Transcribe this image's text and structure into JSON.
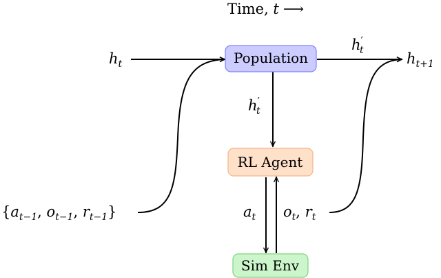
{
  "title": {
    "text": "Time, ",
    "var": "t",
    "arrow": "⟶"
  },
  "nodes": {
    "population": {
      "label": "Population",
      "fill": "#ccccff",
      "stroke": "#8080ff"
    },
    "rl_agent": {
      "label": "RL Agent",
      "fill": "#ffe0c8",
      "stroke": "#f5b48c"
    },
    "sim_env": {
      "label": "Sim Env",
      "fill": "#ccf5cc",
      "stroke": "#7fd27f"
    }
  },
  "labels": {
    "h_t": {
      "base": "h",
      "sub": "t",
      "prime": ""
    },
    "h_t_prime_top": {
      "base": "h",
      "sub": "t",
      "prime": "′"
    },
    "h_t_prime_mid": {
      "base": "h",
      "sub": "t",
      "prime": "′"
    },
    "h_t1": {
      "base": "h",
      "sub": "t+1",
      "prime": ""
    },
    "a_t": {
      "base": "a",
      "sub": "t"
    },
    "o_r": {
      "o": "o",
      "o_sub": "t",
      "sep": ", ",
      "r": "r",
      "r_sub": "t"
    },
    "history": {
      "open": "{",
      "a": "a",
      "a_sub": "t−1",
      "o": "o",
      "o_sub": "t−1",
      "r": "r",
      "r_sub": "t−1",
      "sep": ", ",
      "close": "}"
    }
  }
}
